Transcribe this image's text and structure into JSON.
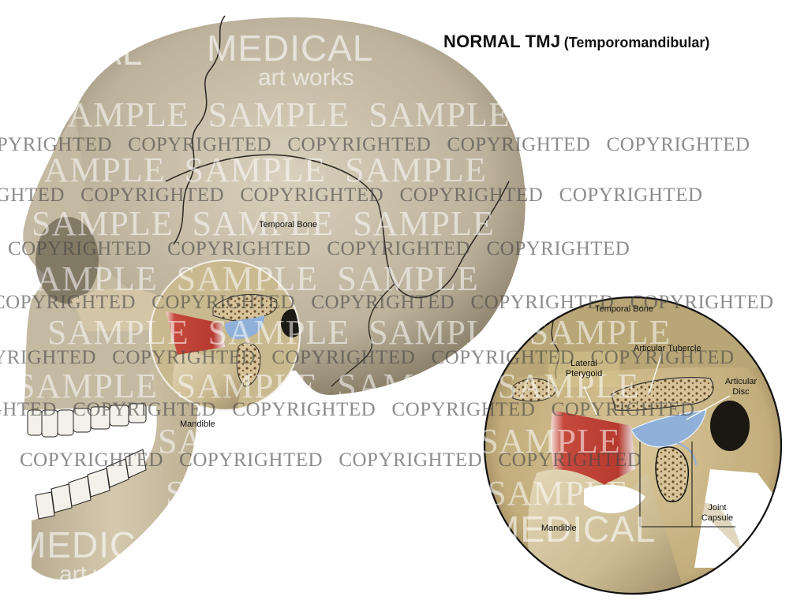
{
  "title": {
    "main": "NORMAL TMJ",
    "sub": "(Temporomandibular)"
  },
  "skull_labels": {
    "temporal_bone": "Temporal Bone",
    "mandible": "Mandible"
  },
  "inset_labels": {
    "temporal_bone": "Temporal Bone",
    "articular_tubercle": "Articular Tubercle",
    "lateral_pterygoid_line1": "Lateral",
    "lateral_pterygoid_line2": "Pterygoid",
    "articular_disc_line1": "Articular",
    "articular_disc_line2": "Disc",
    "joint_capsule_line1": "Joint",
    "joint_capsule_line2": "Capsule",
    "mandible": "Mandible"
  },
  "watermark": {
    "copyright_text": "COPYRIGHTED",
    "sample_text": "SAMPLE",
    "logo_big": "MEDICAL",
    "logo_small": "art works"
  },
  "colors": {
    "bone": "#cfc3a8",
    "bone_shadow": "#8d8168",
    "cranium": "#c9bfae",
    "muscle": "#c8473a",
    "disc": "#8fb0d8",
    "outline": "#111111"
  }
}
